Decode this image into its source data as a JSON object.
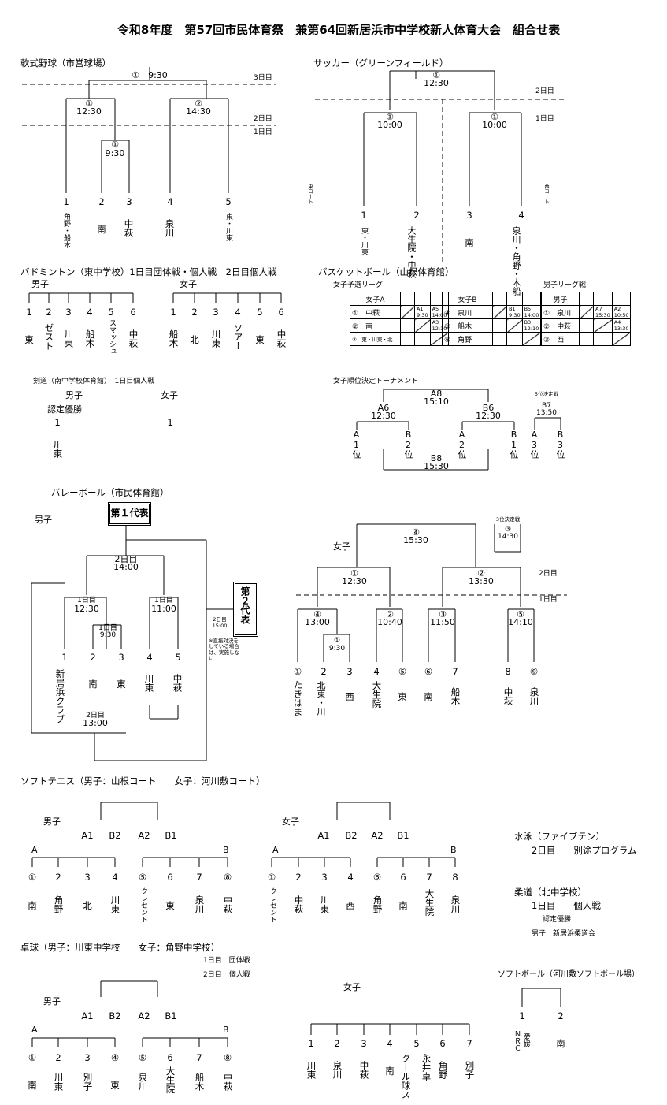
{
  "title": "令和8年度　第57回市民体育祭　兼第64回新居浜市中学校新人体育大会　組合せ表",
  "baseball": {
    "heading": "軟式野球（市営球場）",
    "day3": "3日目",
    "day2": "2日目",
    "day1": "1日目",
    "final": "①　9:30",
    "semi1": "①",
    "semi1_time": "12:30",
    "semi2": "②",
    "semi2_time": "14:30",
    "first": "①",
    "first_time": "9:30",
    "seeds": [
      "1",
      "2",
      "3",
      "4",
      "5"
    ],
    "teams": [
      "角野・船木",
      "南",
      "中萩",
      "泉川",
      "東・川東"
    ]
  },
  "soccer": {
    "heading": "サッカー（グリーンフィールド）",
    "final": "①",
    "final_time": "12:30",
    "day2": "2日目",
    "day1": "1日目",
    "g1": "①",
    "g1_time": "10:00",
    "g2": "①",
    "g2_time": "10:00",
    "east_court": "東コート",
    "west_court": "西コート",
    "seeds": [
      "1",
      "2",
      "3",
      "4"
    ],
    "teams": [
      "東・川東",
      "大生院・中萩",
      "南",
      "泉川・角野・木船"
    ]
  },
  "badminton": {
    "heading": "バドミントン（東中学校）1日目団体戦・個人戦　2日目個人戦",
    "boys_label": "男子",
    "girls_label": "女子",
    "boys_seeds": [
      "1",
      "2",
      "3",
      "4",
      "5",
      "6"
    ],
    "boys_teams": [
      "東",
      "ゼスト",
      "川東",
      "船木",
      "スマッシュ",
      "中萩"
    ],
    "girls_seeds": [
      "1",
      "2",
      "3",
      "4",
      "5",
      "6"
    ],
    "girls_teams": [
      "船木",
      "北",
      "川東",
      "ソアー",
      "東",
      "中萩"
    ]
  },
  "basketball": {
    "heading": "バスケットボール（山根体育館）",
    "girls_prelim": "女子予選リーグ",
    "boys_league": "男子リーグ戦",
    "league_a": {
      "name": "女子A",
      "rows": [
        "①　中萩",
        "②　南",
        "③　東・川東・北"
      ],
      "cells": [
        "A1 9:30",
        "A5 14:00",
        "A3 12:10"
      ]
    },
    "league_b": {
      "name": "女子B",
      "rows": [
        "④　泉川",
        "⑤　船木",
        "⑥　角野"
      ],
      "cells": [
        "B1 9:30",
        "B5 14:00",
        "B3 12:10"
      ]
    },
    "league_boys": {
      "name": "男子",
      "rows": [
        "①　泉川",
        "②　中萩",
        "③　西"
      ],
      "cells": [
        "A7 15:30",
        "A2 10:50",
        "A4 13:30"
      ]
    },
    "tournament_title": "女子順位決定トーナメント",
    "a8": "A8",
    "a8_time": "15:10",
    "a6": "A6",
    "a6_time": "12:30",
    "b6": "B6",
    "b6_time": "12:30",
    "b8": "B8",
    "b8_time": "15:30",
    "fifth": "5位決定戦",
    "b7": "B7",
    "b7_time": "13:50",
    "slots": [
      "A1位",
      "B2位",
      "A2位",
      "B1位",
      "A3位",
      "B3位"
    ]
  },
  "kendo": {
    "heading": "剣道（南中学校体育館）　1日目個人戦",
    "boys": "男子",
    "girls": "女子",
    "recognized": "認定優勝",
    "boys_seed": "1",
    "boys_team": "川東",
    "girls_seed": "1"
  },
  "volleyball": {
    "heading": "バレーボール（市民体育館）",
    "boys": "男子",
    "rep1": "第１代表",
    "rep2": "第２代表",
    "final_day": "2日目",
    "final_time": "14:00",
    "r1a_day": "1日目",
    "r1a_time": "12:30",
    "r1b_day": "1日目",
    "r1b_time": "11:00",
    "r0_day": "1日目",
    "r0_time": "9:30",
    "rep2_day": "2日目",
    "rep2_time": "15:00",
    "rep2_note": "※直接対決をしている場合は、実施しない",
    "bottom_day": "2日目",
    "bottom_time": "13:00",
    "seeds": [
      "1",
      "2",
      "3",
      "4",
      "5"
    ],
    "teams": [
      "新居浜クラブ",
      "南",
      "東",
      "川東",
      "中萩"
    ],
    "girls": "女子",
    "g_final": "④",
    "g_final_time": "15:30",
    "third": "3位決定戦",
    "third_no": "③",
    "third_time": "14:30",
    "day2": "2日目",
    "day1": "1日目",
    "g_s1": "①",
    "g_s1_time": "12:30",
    "g_s2": "②",
    "g_s2_time": "13:30",
    "q1": "④",
    "q1_time": "13:00",
    "q0": "①",
    "q0_time": "9:30",
    "q2": "②",
    "q2_time": "10:40",
    "q3": "③",
    "q3_time": "11:50",
    "q4": "⑤",
    "q4_time": "14:10",
    "g_seeds": [
      "①",
      "2",
      "3",
      "4",
      "⑤",
      "⑥",
      "7",
      "8",
      "⑨"
    ],
    "g_teams": [
      "たきはま",
      "北東・川",
      "西",
      "大生院",
      "東",
      "南",
      "船木",
      "中萩",
      "泉川"
    ]
  },
  "soft_tennis": {
    "heading": "ソフトテニス（男子：山根コート　　女子：河川敷コート）",
    "boys": "男子",
    "girls": "女子",
    "ab": [
      "A1",
      "B2",
      "A2",
      "B1"
    ],
    "a": "A",
    "b": "B",
    "boys_seeds": [
      "①",
      "2",
      "3",
      "4",
      "⑤",
      "6",
      "7",
      "⑧"
    ],
    "boys_teams": [
      "南",
      "角野",
      "北",
      "川東",
      "クレセント",
      "東",
      "泉川",
      "中萩"
    ],
    "girls_seeds": [
      "①",
      "2",
      "3",
      "4",
      "⑤",
      "6",
      "7",
      "8"
    ],
    "girls_teams": [
      "クレセント",
      "中萩",
      "川東",
      "西",
      "角野",
      "南",
      "大生院",
      "泉川"
    ]
  },
  "swimming": {
    "heading": "水泳（ファイブテン）",
    "line": "2日目　　別途プログラム"
  },
  "judo": {
    "heading": "柔道（北中学校）",
    "line": "1日目　　個人戦",
    "recognized": "認定優勝",
    "boys": "男子　新居浜柔道会"
  },
  "table_tennis": {
    "heading": "卓球（男子：川東中学校　　女子：角野中学校）",
    "day1": "1日目　団体戦",
    "day2": "2日目　個人戦",
    "boys": "男子",
    "ab": [
      "A1",
      "B2",
      "A2",
      "B1"
    ],
    "a": "A",
    "b": "B",
    "seeds": [
      "①",
      "2",
      "3",
      "④",
      "⑤",
      "6",
      "7",
      "⑧"
    ],
    "teams": [
      "南",
      "川東",
      "別子",
      "東",
      "泉川",
      "大生院",
      "船木",
      "中萩"
    ],
    "girls": "女子",
    "g_seeds": [
      "1",
      "2",
      "3",
      "4",
      "5",
      "6",
      "7"
    ],
    "g_teams": [
      "川東",
      "泉川",
      "中萩",
      "南",
      "クール球ス",
      "永井卓",
      "角野",
      "別子"
    ]
  },
  "softball": {
    "heading": "ソフトボール（河川敷ソフトボール場）",
    "seeds": [
      "1",
      "2"
    ],
    "teams": [
      "ＮＲＣ",
      "愛媛",
      "南"
    ]
  }
}
